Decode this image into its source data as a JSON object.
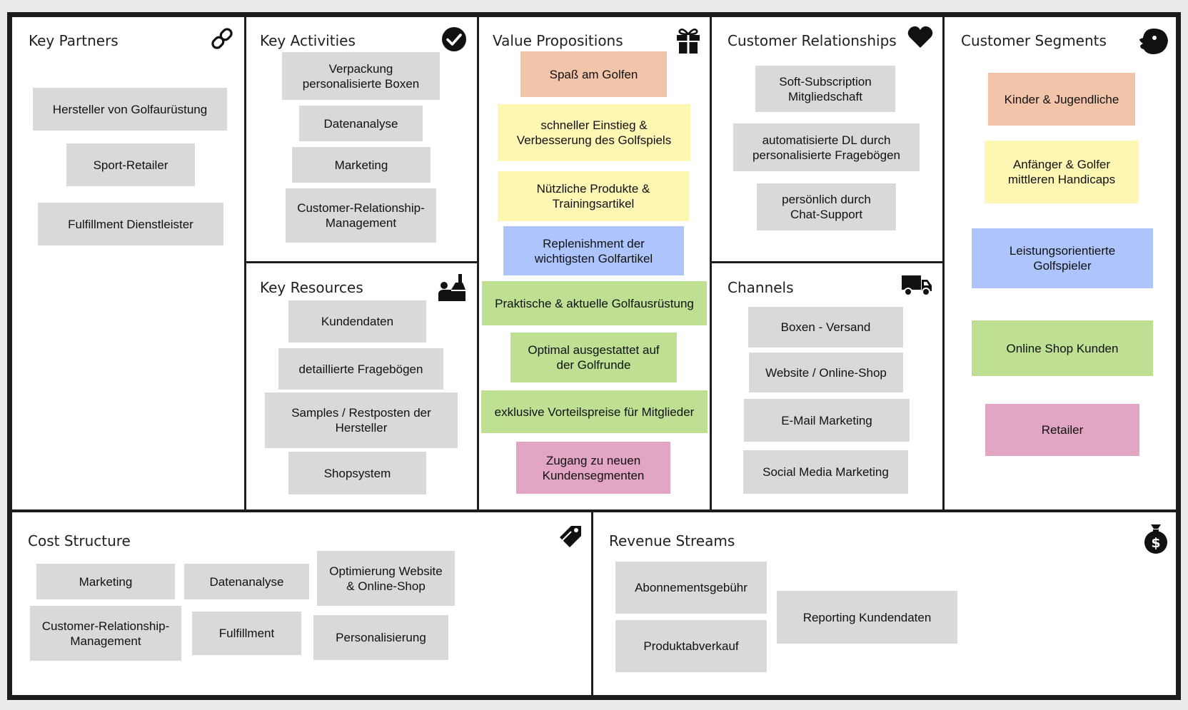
{
  "blocks": {
    "key_partners": {
      "title": "Key Partners",
      "icon": "link-icon",
      "notes": [
        "Hersteller von Golfaurüstung",
        "Sport-Retailer",
        "Fulfillment Dienstleister"
      ]
    },
    "key_activities": {
      "title": "Key Activities",
      "icon": "checkmark-icon",
      "notes": [
        "Verpackung\npersonalisierte Boxen",
        "Datenanalyse",
        "Marketing",
        "Customer-Relationship-\nManagement"
      ]
    },
    "key_resources": {
      "title": "Key Resources",
      "icon": "factory-worker-icon",
      "notes": [
        "Kundendaten",
        "detaillierte Fragebögen",
        "Samples / Restposten der\nHersteller",
        "Shopsystem"
      ]
    },
    "value_propositions": {
      "title": "Value Propositions",
      "icon": "gift-icon",
      "notes": [
        "Spaß am Golfen",
        "schneller Einstieg &\nVerbesserung des Golfspiels",
        "Nützliche Produkte &\nTrainingsartikel",
        "Replenishment der\nwichtigsten Golfartikel",
        "Praktische & aktuelle Golfausrüstung",
        "Optimal ausgestattet auf\nder Golfrunde",
        "exklusive Vorteilspreise für Mitglieder",
        "Zugang zu neuen\nKundensegmenten"
      ]
    },
    "customer_relationships": {
      "title": "Customer Relationships",
      "icon": "heart-icon",
      "notes": [
        "Soft-Subscription\nMitgliedschaft",
        "automatisierte DL durch\npersonalisierte Fragebögen",
        "persönlich durch\nChat-Support"
      ]
    },
    "channels": {
      "title": "Channels",
      "icon": "delivery-truck-icon",
      "notes": [
        "Boxen - Versand",
        "Website / Online-Shop",
        "E-Mail Marketing",
        "Social Media Marketing"
      ]
    },
    "customer_segments": {
      "title": "Customer Segments",
      "icon": "face-icon",
      "notes": [
        "Kinder & Jugendliche",
        "Anfänger & Golfer\nmittleren Handicaps",
        "Leistungsorientierte\nGolfspieler",
        "Online Shop Kunden",
        "Retailer"
      ]
    },
    "cost_structure": {
      "title": "Cost Structure",
      "icon": "price-tag-icon",
      "notes": [
        "Marketing",
        "Datenanalyse",
        "Optimierung Website\n& Online-Shop",
        "Customer-Relationship-\nManagement",
        "Fulfillment",
        "Personalisierung"
      ]
    },
    "revenue_streams": {
      "title": "Revenue Streams",
      "icon": "money-bag-icon",
      "notes": [
        "Abonnementsgebühr",
        "Produktabverkauf",
        "Reporting Kundendaten"
      ]
    }
  },
  "colors": {
    "border": "#1c1c1c",
    "background": "#ebebeb",
    "card": "#ffffff",
    "gray": "#d9d9d9",
    "orange": "#f2c4aa",
    "yellow": "#fdf7b3",
    "blue": "#adc4fd",
    "green": "#bfdf92",
    "pink": "#e2a5c3"
  }
}
